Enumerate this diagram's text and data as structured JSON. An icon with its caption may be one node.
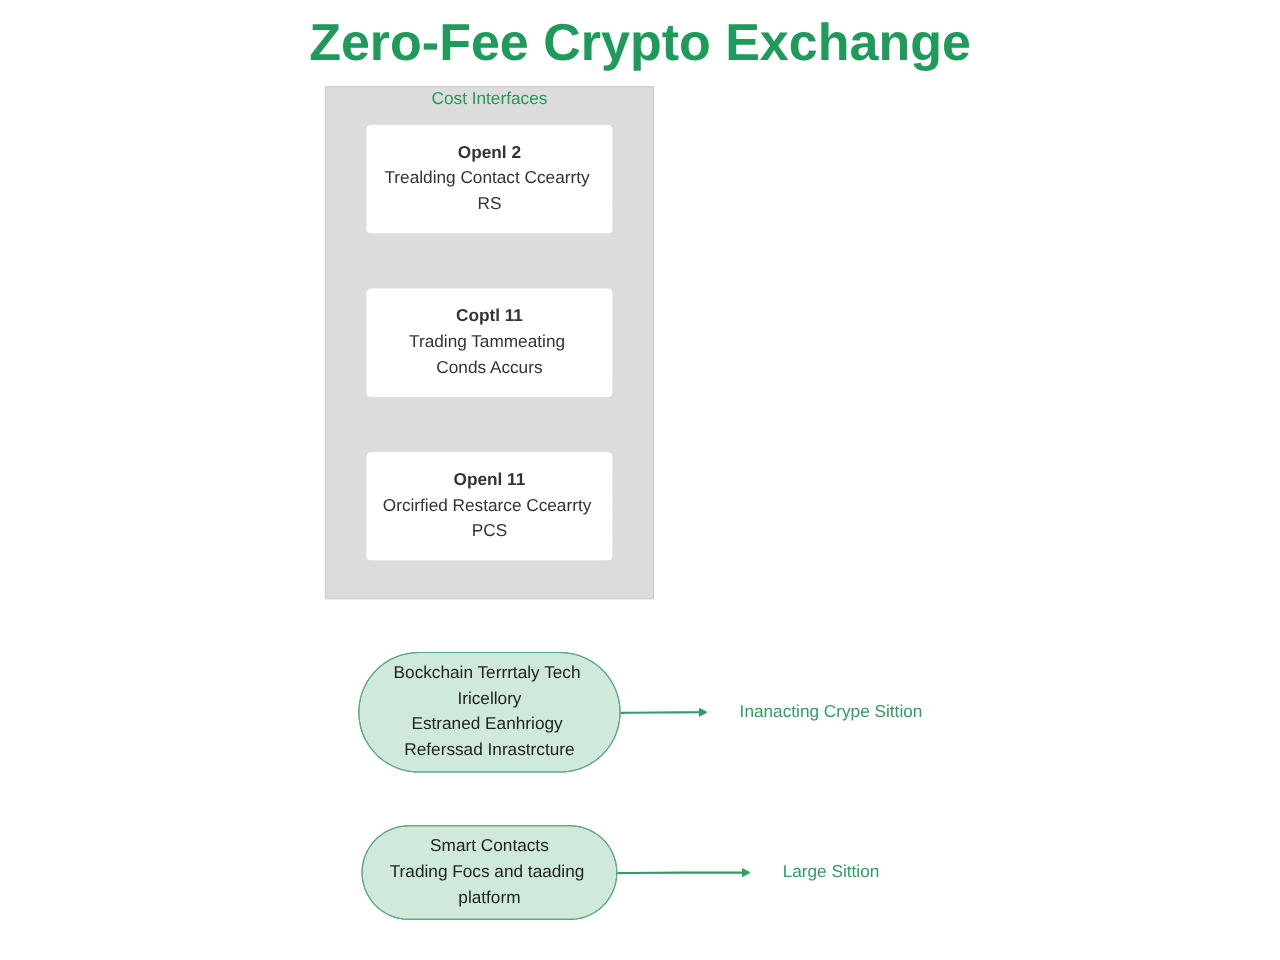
{
  "diagram": {
    "title": "Zero-Fee Crypto Exchange",
    "nodes": [
      {
        "text": [
          "Bockchain Terrrtaly Tech Iricellory",
          "Estraned Eanhriogy Referssad Inrastrcture"
        ]
      },
      {
        "text": [
          "Inanacting Crype Sittion"
        ]
      },
      {
        "text": [
          "Smart Contacts",
          "Trading Focs and taading platform"
        ]
      },
      {
        "text": [
          "Large Sittion"
        ]
      },
      {
        "text": [
          "Cost Interfaces"
        ]
      },
      {
        "text": [
          "Openl 2",
          "Trealding Contact Ccearrty RS"
        ],
        "in": 4
      },
      {
        "text": [
          "Coptl 11",
          "Trading Tammeating Conds Accurs"
        ],
        "in": 4
      },
      {
        "text": [
          "Openl 11",
          "Orcirfied Restarce Ccearrty PCS"
        ],
        "in": 4
      }
    ],
    "edges": [
      {
        "from": 0,
        "to": 1,
        "arrow": "to"
      },
      {
        "from": 2,
        "to": 3,
        "arrow": "to"
      }
    ]
  }
}
